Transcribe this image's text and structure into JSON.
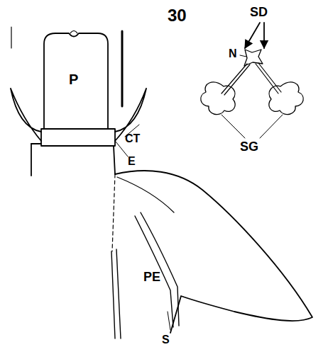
{
  "diagram": {
    "labels": [
      "30",
      "SD",
      "N",
      "SG",
      "P",
      "CT",
      "E",
      "PE",
      "S"
    ]
  }
}
